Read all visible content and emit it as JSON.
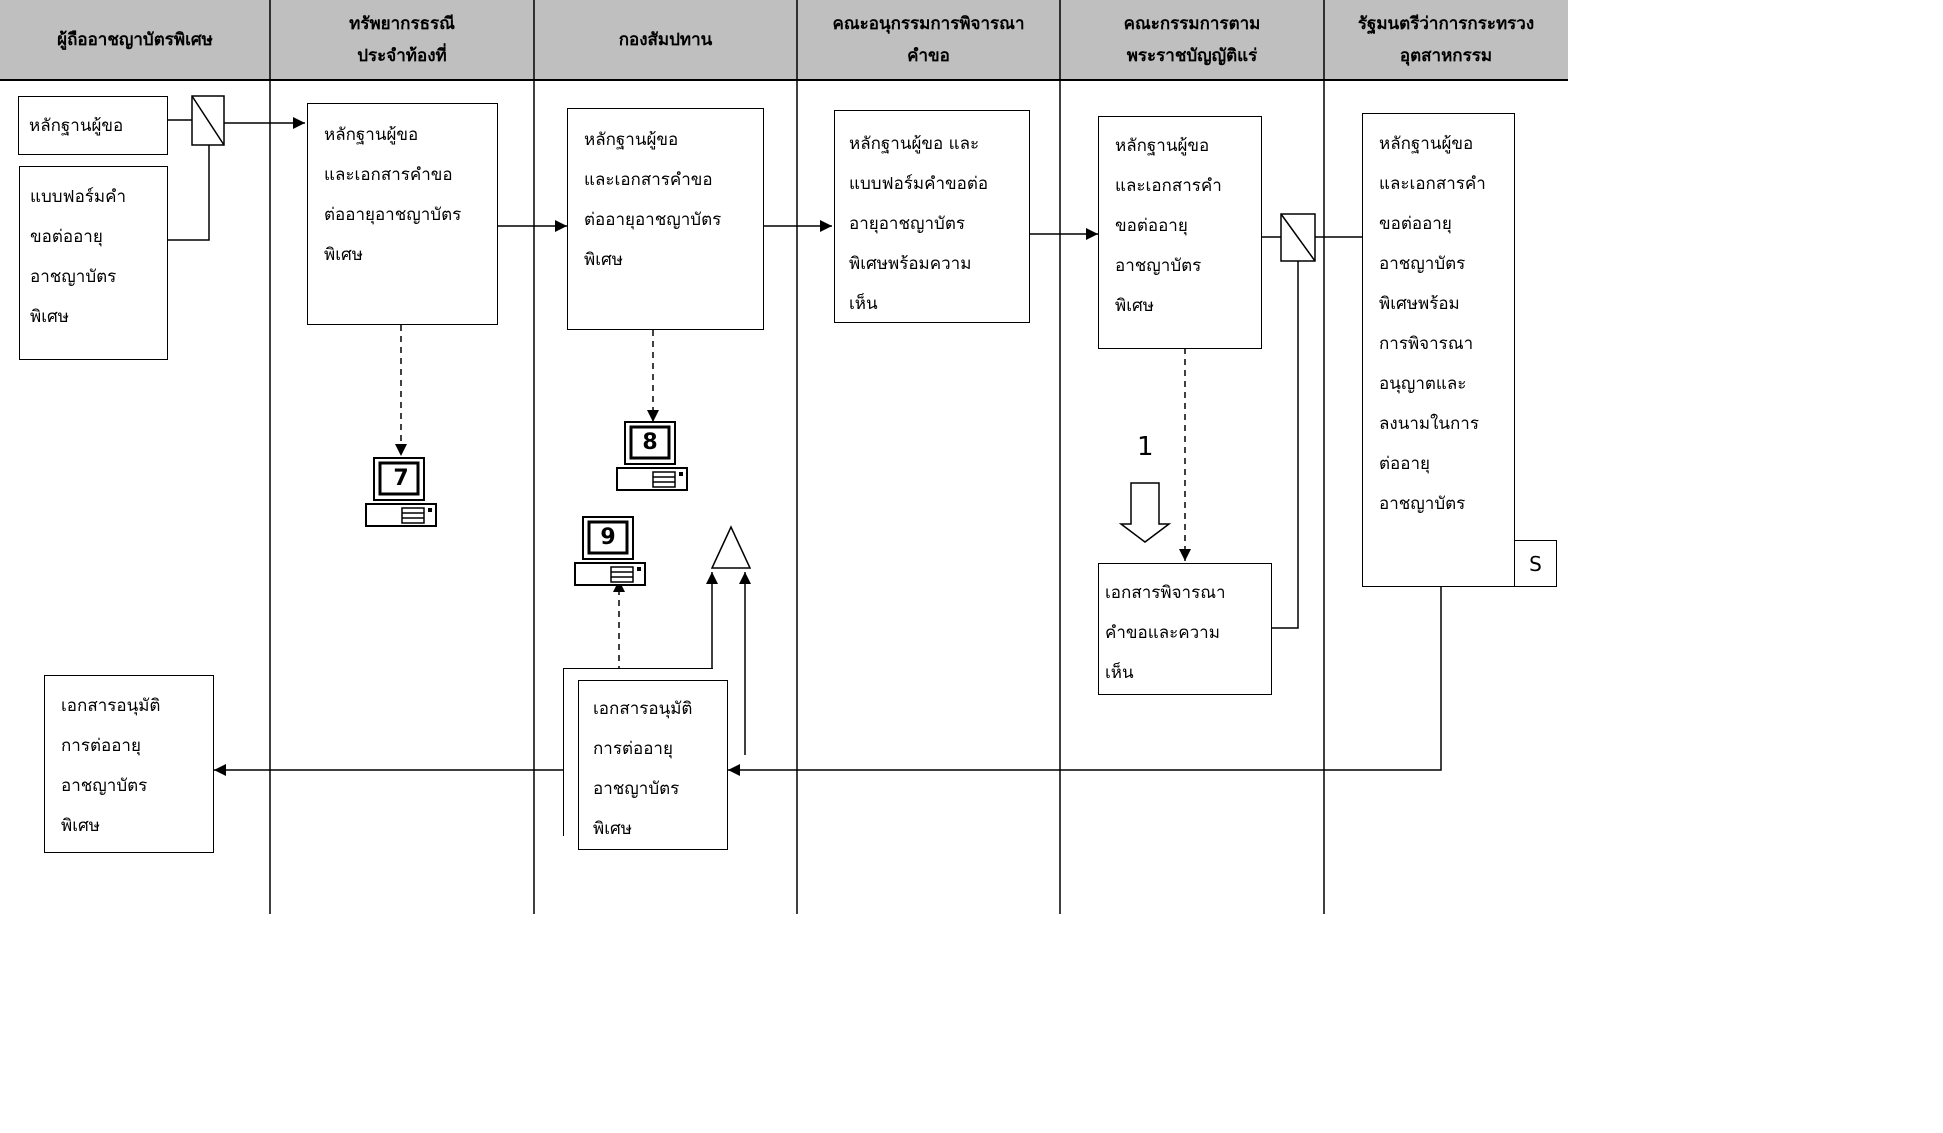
{
  "lanes": [
    "ผู้ถืออาชญาบัตรพิเศษ",
    "ทรัพยากรธรณี\nประจำท้องที่",
    "กองสัมปทาน",
    "คณะอนุกรรมการพิจารณา\nคำขอ",
    "คณะกรรมการตาม\nพระราชบัญญัติแร่",
    "รัฐมนตรีว่าการกระทรวง\nอุตสาหกรรม"
  ],
  "boxes": {
    "applicant_evidence": "หลักฐานผู้ขอ",
    "application_form": "แบบฟอร์มคำ\nขอต่ออายุ\nอาชญาบัตร\nพิเศษ",
    "local_docs": "หลักฐานผู้ขอ\nและเอกสารคำขอ\nต่ออายุอาชญาบัตร\nพิเศษ",
    "concession_docs": "หลักฐานผู้ขอ\nและเอกสารคำขอ\nต่ออายุอาชญาบัตร\nพิเศษ",
    "subcommittee_docs": "หลักฐานผู้ขอ และ\nแบบฟอร์มคำขอต่อ\nอายุอาชญาบัตร\nพิเศษพร้อมความ\nเห็น",
    "committee_docs": "หลักฐานผู้ขอ\nและเอกสารคำ\nขอต่ออายุ\nอาชญาบัตร\nพิเศษ",
    "committee_opinion": "เอกสารพิจารณา\nคำขอและความ\nเห็น",
    "minister_docs": "หลักฐานผู้ขอ\nและเอกสารคำ\nขอต่ออายุ\nอาชญาบัตร\nพิเศษพร้อม\nการพิจารณา\nอนุญาตและ\nลงนามในการ\nต่ออายุ\nอาชญาบัตร",
    "approval_concession": "เอกสารอนุมัติ\nการต่ออายุ\nอาชญาบัตร\nพิเศษ",
    "approval_applicant": "เอกสารอนุมัติ\nการต่ออายุ\nอาชญาบัตร\nพิเศษ"
  },
  "computers": [
    "7",
    "8",
    "9"
  ],
  "signature_mark": "S",
  "delay_number": "1"
}
